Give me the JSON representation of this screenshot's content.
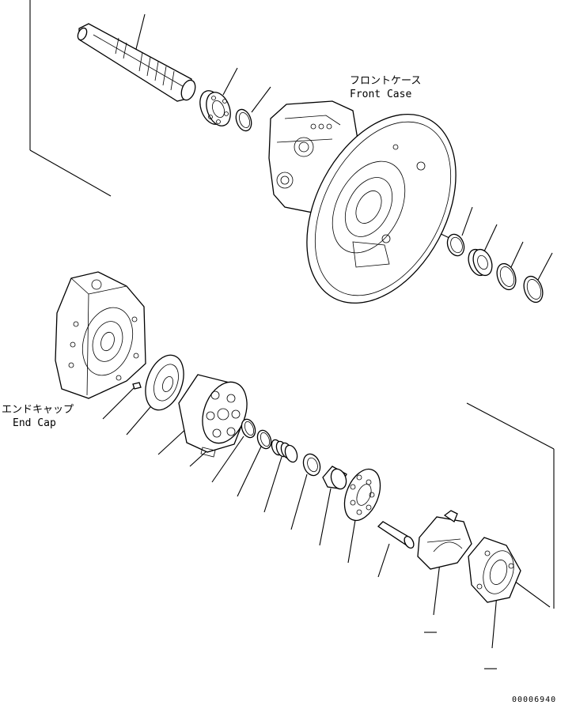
{
  "labels": {
    "front_case_jp": "フロントケース",
    "front_case_en": "Front Case",
    "end_cap_jp": "エンドキャップ",
    "end_cap_en": "End Cap",
    "drawing_number": "00006940"
  }
}
